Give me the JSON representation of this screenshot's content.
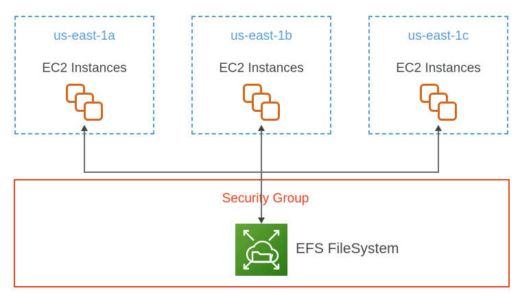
{
  "zones": [
    {
      "region": "us-east-1a",
      "service": "EC2 Instances"
    },
    {
      "region": "us-east-1b",
      "service": "EC2 Instances"
    },
    {
      "region": "us-east-1c",
      "service": "EC2 Instances"
    }
  ],
  "security_group": {
    "label": "Security Group"
  },
  "efs": {
    "label": "EFS FileSystem"
  },
  "icons": {
    "ec2": "ec2-instances-stacked-squares-icon",
    "efs": "efs-cloud-folder-expand-icon",
    "connectors": "arrow-connector-lines"
  },
  "colors": {
    "az_border_and_title": "#5B9BD5",
    "label_text": "#43474A",
    "ec2_icon_orange": "#D0691F",
    "security_group_red": "#E5421F",
    "connector_gray": "#6B6B6B",
    "arrowhead_gray": "#3E4144",
    "efs_green_light": "#64A637",
    "efs_green_dark": "#2C7A15"
  }
}
